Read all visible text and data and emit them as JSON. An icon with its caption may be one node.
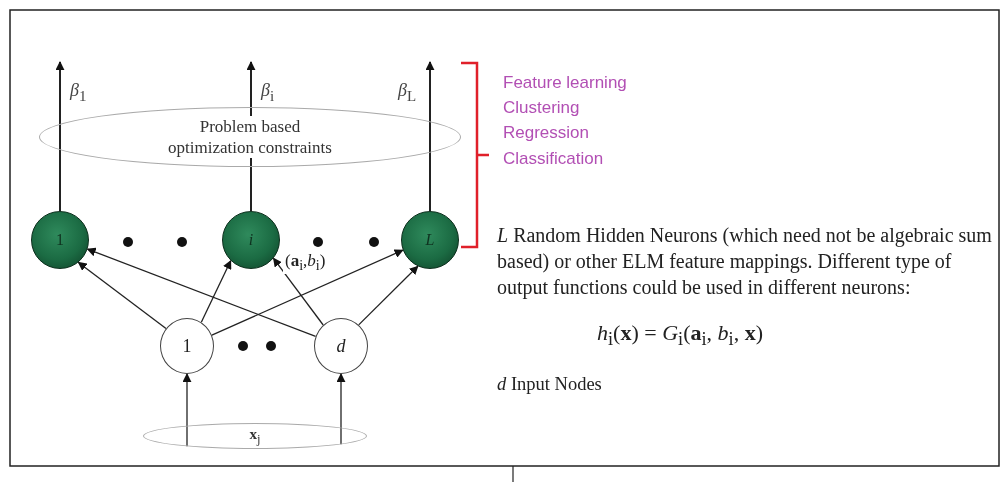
{
  "diagram": {
    "nodes": [
      {
        "text": [
          "1"
        ]
      },
      {
        "text": [
          "i"
        ]
      },
      {
        "text": [
          "L"
        ]
      },
      {
        "text": [
          "1"
        ]
      },
      {
        "text": [
          "d"
        ]
      },
      {
        "text": [
          "Problem based optimization constraints"
        ]
      },
      {
        "text": [
          "**x**$_{j}$"
        ]
      }
    ],
    "edges": [
      {
        "from": 3,
        "to": 0,
        "arrow": "to"
      },
      {
        "from": 3,
        "to": 1,
        "arrow": "to"
      },
      {
        "from": 3,
        "to": 2,
        "arrow": "to"
      },
      {
        "from": 4,
        "to": 0,
        "arrow": "to"
      },
      {
        "from": 4,
        "to": 1,
        "arrow": "to"
      },
      {
        "from": 4,
        "to": 2,
        "arrow": "to"
      },
      {
        "from": 6,
        "to": 3,
        "arrow": "to"
      },
      {
        "from": 6,
        "to": 4,
        "arrow": "to"
      },
      {
        "from": 0,
        "to": null,
        "arrow": "to",
        "label": "*β*$_{1}$"
      },
      {
        "from": 1,
        "to": null,
        "arrow": "to",
        "label": "*β*$_{i}$"
      },
      {
        "from": 2,
        "to": null,
        "arrow": "to",
        "label": "*β*$_{L}$"
      }
    ],
    "labels": [
      "(**a**$_{i}$,*b*$_{i}$)",
      "Feature learning",
      "Clustering",
      "Regression",
      "Classification",
      "*L* Random Hidden Neurons (which need not be algebraic sum based) or other  ELM feature mappings. Different type  of output functions could be used in different neurons:",
      "*h*$_{i}$(**x**) = *G*$_{i}$(**a**$_{i}$, *b*$_{i}$, **x**)",
      "*d* Input Nodes"
    ]
  }
}
